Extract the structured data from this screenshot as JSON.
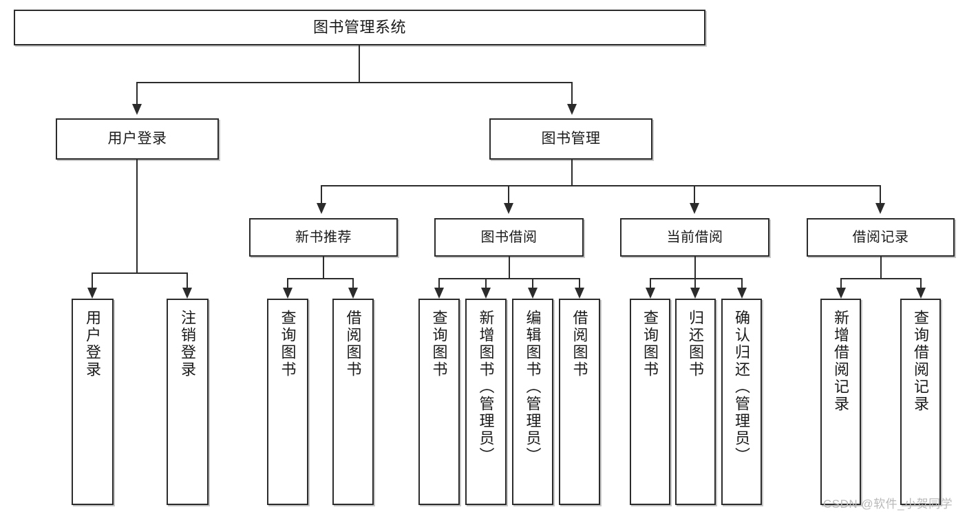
{
  "diagram": {
    "title": "图书管理系统",
    "type": "hierarchy-tree",
    "root": {
      "id": "root",
      "label": "图书管理系统"
    },
    "level2": [
      {
        "id": "user-login",
        "label": "用户登录"
      },
      {
        "id": "book-management",
        "label": "图书管理"
      }
    ],
    "level3": [
      {
        "id": "new-book-recommend",
        "label": "新书推荐"
      },
      {
        "id": "book-borrow",
        "label": "图书借阅"
      },
      {
        "id": "current-borrow",
        "label": "当前借阅"
      },
      {
        "id": "borrow-record",
        "label": "借阅记录"
      }
    ],
    "leaves": {
      "user_login": [
        {
          "id": "leaf-user-login",
          "label": "用户登录"
        },
        {
          "id": "leaf-logout-login",
          "label": "注销登录"
        }
      ],
      "new_book_recommend": [
        {
          "id": "leaf-query-book-1",
          "label": "查询图书"
        },
        {
          "id": "leaf-borrow-book-1",
          "label": "借阅图书"
        }
      ],
      "book_borrow": [
        {
          "id": "leaf-query-book-2",
          "label": "查询图书"
        },
        {
          "id": "leaf-add-book",
          "label": "新增图书（管理员）"
        },
        {
          "id": "leaf-edit-book",
          "label": "编辑图书（管理员）"
        },
        {
          "id": "leaf-borrow-book-2",
          "label": "借阅图书"
        }
      ],
      "current_borrow": [
        {
          "id": "leaf-query-book-3",
          "label": "查询图书"
        },
        {
          "id": "leaf-return-book",
          "label": "归还图书"
        },
        {
          "id": "leaf-confirm-return",
          "label": "确认归还（管理员）"
        }
      ],
      "borrow_record": [
        {
          "id": "leaf-add-record",
          "label": "新增借阅记录"
        },
        {
          "id": "leaf-query-record",
          "label": "查询借阅记录"
        }
      ]
    }
  },
  "watermark": {
    "text": "CSDN @软件_小贺同学"
  },
  "colors": {
    "stroke": "#2b2b2b",
    "fill": "#ffffff",
    "text": "#1a1a1a",
    "watermark": "#b9b9b9"
  }
}
